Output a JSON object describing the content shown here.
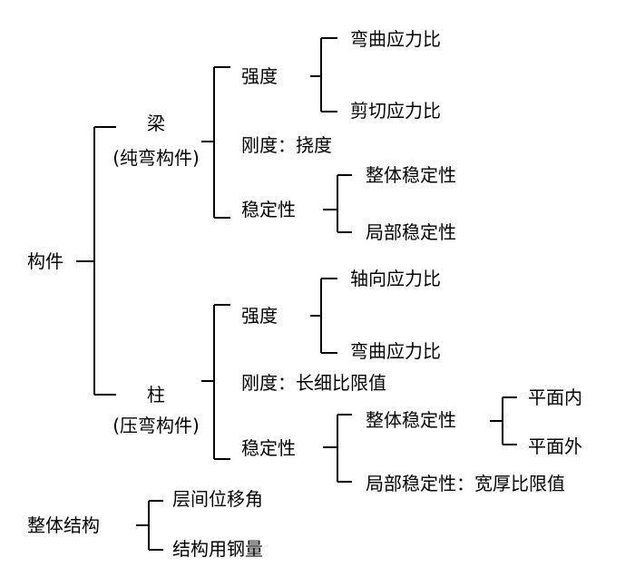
{
  "root": {
    "label": "构件",
    "beam": {
      "name": "梁",
      "subtitle": "(纯弯构件)",
      "strength": {
        "label": "强度",
        "items": [
          "弯曲应力比",
          "剪切应力比"
        ]
      },
      "stiffness": "刚度：挠度",
      "stability": {
        "label": "稳定性",
        "items": [
          "整体稳定性",
          "局部稳定性"
        ]
      }
    },
    "column": {
      "name": "柱",
      "subtitle": "(压弯构件)",
      "strength": {
        "label": "强度",
        "items": [
          "轴向应力比",
          "弯曲应力比"
        ]
      },
      "stiffness": "刚度：长细比限值",
      "stability": {
        "label": "稳定性",
        "overall": {
          "label": "整体稳定性",
          "items": [
            "平面内",
            "平面外"
          ]
        },
        "local": "局部稳定性：宽厚比限值"
      }
    }
  },
  "structure": {
    "label": "整体结构",
    "items": [
      "层间位移角",
      "结构用钢量"
    ]
  }
}
